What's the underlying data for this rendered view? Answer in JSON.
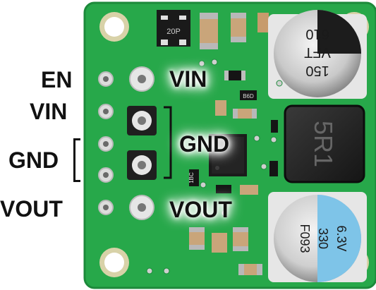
{
  "pin_labels": {
    "left": {
      "en": "EN",
      "vin": "VIN",
      "gnd": "GND",
      "vout": "VOUT"
    },
    "board": {
      "vin": "VIN",
      "gnd": "GND",
      "vout": "VOUT"
    }
  },
  "component_markings": {
    "top_ic": "20P",
    "cap_top": [
      "610",
      "VFT",
      "150"
    ],
    "inductor": "5R1",
    "small_chip": "B6D",
    "cap_bottom": [
      "6.3V",
      "330",
      "F093"
    ],
    "tiny_mark": "1BC"
  },
  "colors": {
    "pcb": "#27a84a",
    "pcb_dark": "#1d8a3b",
    "pad": "#d9d9d9",
    "cap_stripe": "#7ec4e8"
  }
}
